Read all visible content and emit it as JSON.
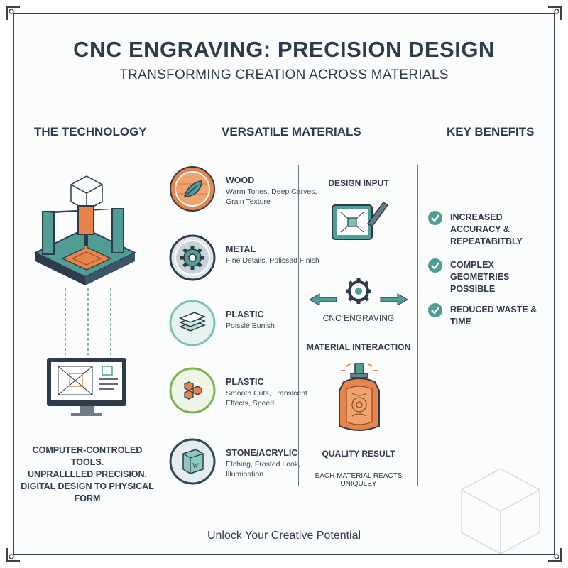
{
  "header": {
    "title": "CNC ENGRAVING: PRECISION DESIGN",
    "subtitle": "TRANSFORMING CREATION ACROSS MATERIALS"
  },
  "columns": {
    "technology": "THE TECHNOLOGY",
    "materials": "VERSATILE MATERIALS",
    "benefits": "KEY BENEFITS"
  },
  "technology": {
    "lines": [
      "COMPUTER-CONTROLED TOOLS.",
      "UNPRALLLLED PRECISION.",
      "DIGITAL DESIGN TO PHYSICAL FORM"
    ]
  },
  "materials": [
    {
      "name": "WOOD",
      "desc": "Warm Tones, Deep Carves, Grain Texture",
      "icon": "leaf-icon",
      "ring": "#e8834a"
    },
    {
      "name": "METAL",
      "desc": "Fine Details, Polissed Finish",
      "icon": "gear-icon",
      "ring": "#34495e"
    },
    {
      "name": "PLASTIC",
      "desc": "Poisslé Eunish",
      "icon": "layers-icon",
      "ring": "#7fbfb6"
    },
    {
      "name": "PLASTIC",
      "desc": "Smooth Cuts, Translcent Effects, Speed.",
      "icon": "hexagons-icon",
      "ring": "#7bb24d"
    },
    {
      "name": "STONE/ACRYLIC",
      "desc": "Etching, Frosted Look, Illumination",
      "icon": "stone-block-icon",
      "ring": "#2f4757"
    }
  ],
  "process": {
    "design_input": "DESIGN INPUT",
    "cnc_engraving": "CNC ENGRAVING",
    "material_interaction": "MATERIAL INTERACTION",
    "quality_result": "QUALITY RESULT",
    "each_material": "EACH MATERIAL REACTS UNIQULEY"
  },
  "benefits": [
    {
      "text": "INCREASED ACCURACY & REPEATABITBLY"
    },
    {
      "text": "COMPLEX GEOMETRIES POSSIBLE"
    },
    {
      "text": "REDUCED WASTE & TIME"
    }
  ],
  "footer": "Unlock Your Creative Potential",
  "colors": {
    "teal": "#4f9d95",
    "orange": "#e8834a",
    "navy": "#2e3b4a",
    "green": "#7bb24d"
  }
}
